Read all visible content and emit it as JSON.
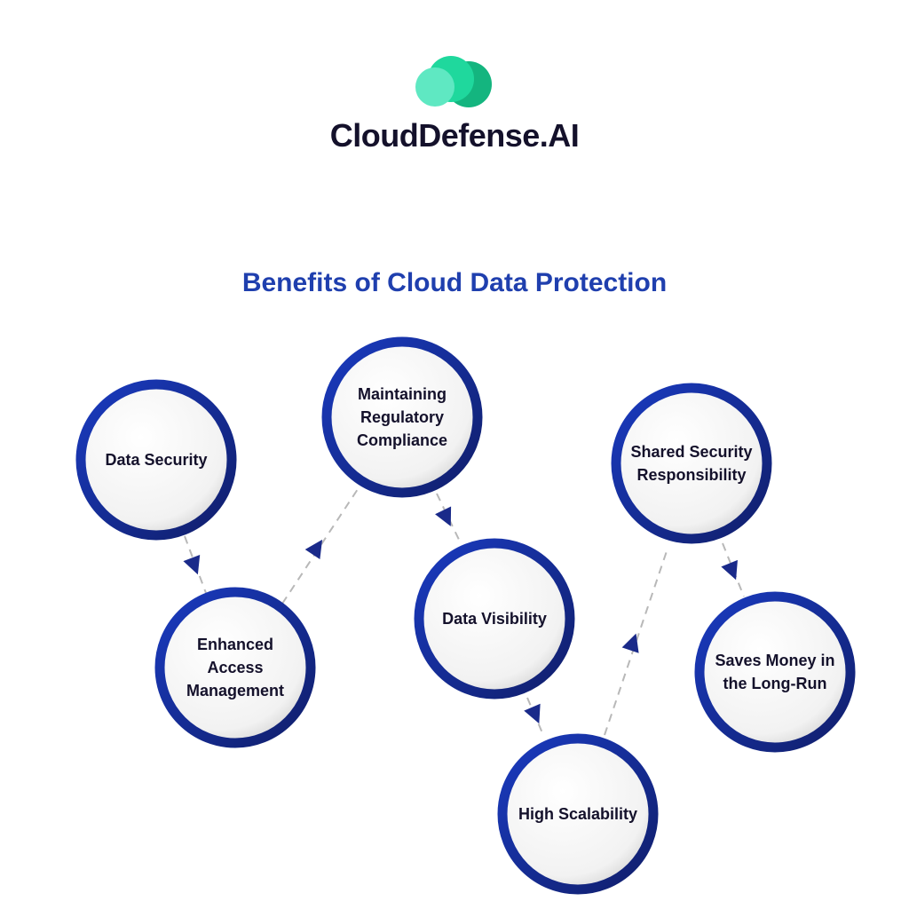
{
  "brand": {
    "name": "CloudDefense.AI",
    "logo_icon": "cloud-icon",
    "colors": {
      "light": "#5fe8c2",
      "mid": "#1fd89d",
      "dark": "#14b57f"
    }
  },
  "title": "Benefits of Cloud Data Protection",
  "colors": {
    "ring_start": "#1a3bc0",
    "ring_end": "#101e6a",
    "arrow": "#1a2a8a",
    "dash": "#b8b8b8"
  },
  "nodes": [
    {
      "label": "Data Security"
    },
    {
      "label": "Enhanced Access Management"
    },
    {
      "label": "Maintaining Regulatory Compliance"
    },
    {
      "label": "Data Visibility"
    },
    {
      "label": "High Scalability"
    },
    {
      "label": "Shared Security Responsibility"
    },
    {
      "label": "Saves Money in the Long-Run"
    }
  ]
}
